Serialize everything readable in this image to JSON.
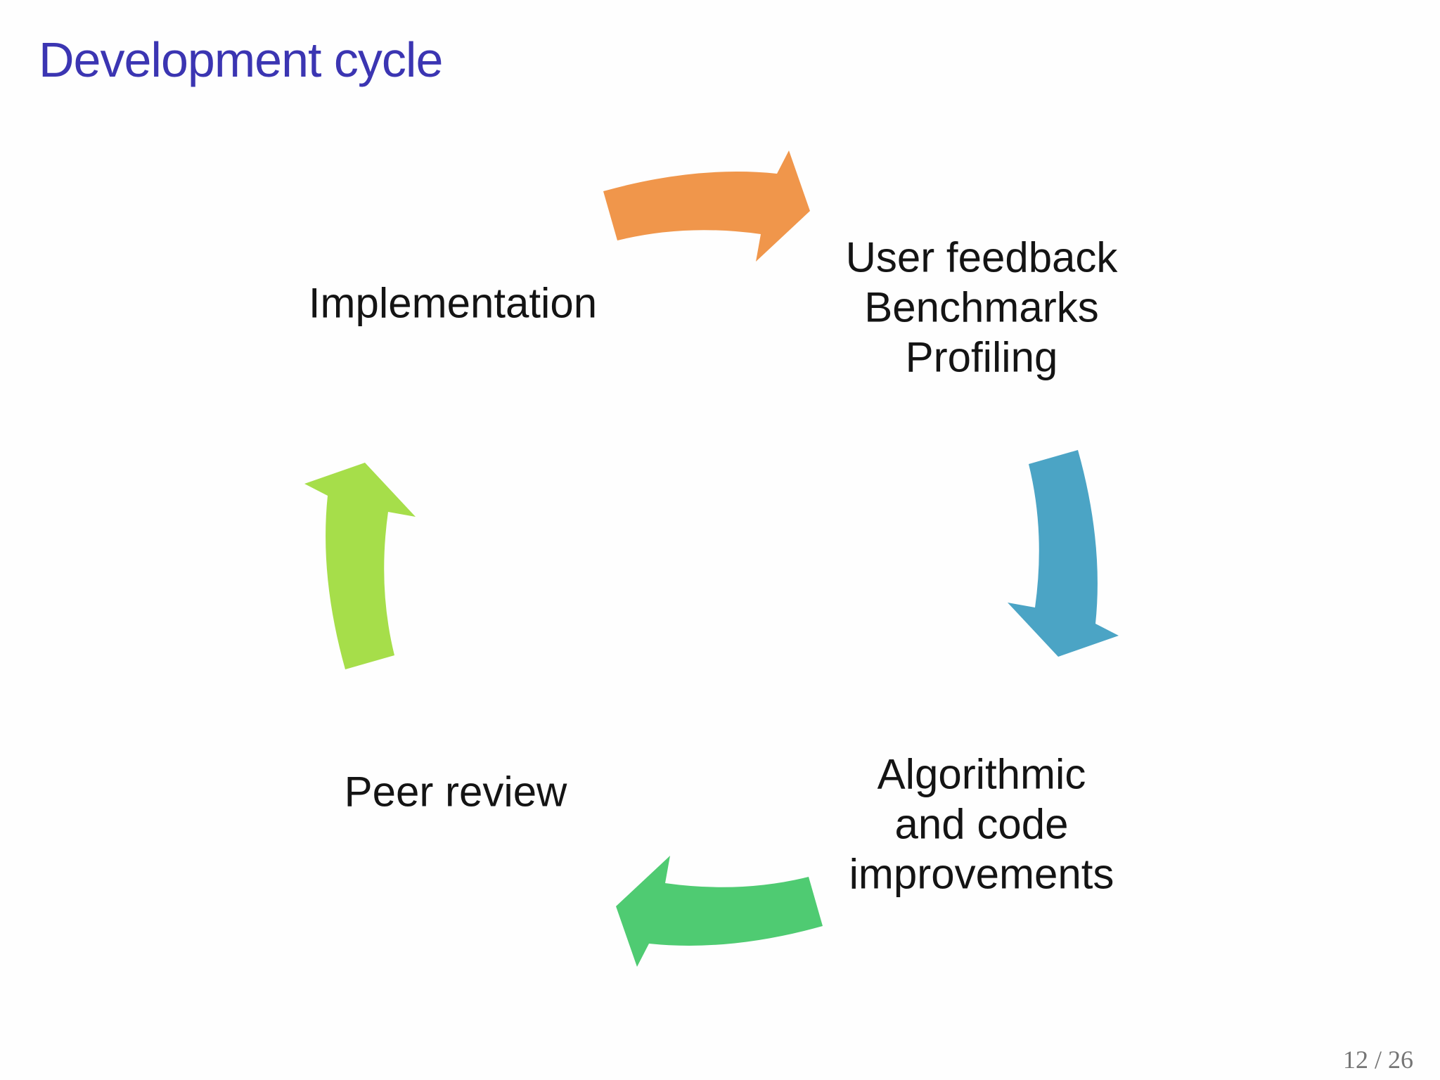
{
  "title": "Development cycle",
  "page_number": "12 / 26",
  "colors": {
    "title_text": "#3B35B2",
    "label_text": "#141414",
    "page_number_text": "#757575",
    "background": "#FEFEFE",
    "arrow_top": "#F0964B",
    "arrow_right": "#4BA4C5",
    "arrow_bottom": "#4FCB72",
    "arrow_left": "#A6DE4A"
  },
  "cycle": {
    "nodes": [
      {
        "id": "implementation",
        "lines": [
          "Implementation"
        ]
      },
      {
        "id": "user-feedback",
        "lines": [
          "User feedback",
          "Benchmarks",
          "Profiling"
        ]
      },
      {
        "id": "algorithmic-improvements",
        "lines": [
          "Algorithmic",
          "and code",
          "improvements"
        ]
      },
      {
        "id": "peer-review",
        "lines": [
          "Peer review"
        ]
      }
    ],
    "arrows": [
      {
        "id": "implementation-to-feedback",
        "position": "top",
        "direction": "right",
        "color": "#F0964B"
      },
      {
        "id": "feedback-to-improvements",
        "position": "right",
        "direction": "down",
        "color": "#4BA4C5"
      },
      {
        "id": "improvements-to-peer-review",
        "position": "bottom",
        "direction": "left",
        "color": "#4FCB72"
      },
      {
        "id": "peer-review-to-implementation",
        "position": "left",
        "direction": "up",
        "color": "#A6DE4A"
      }
    ]
  }
}
